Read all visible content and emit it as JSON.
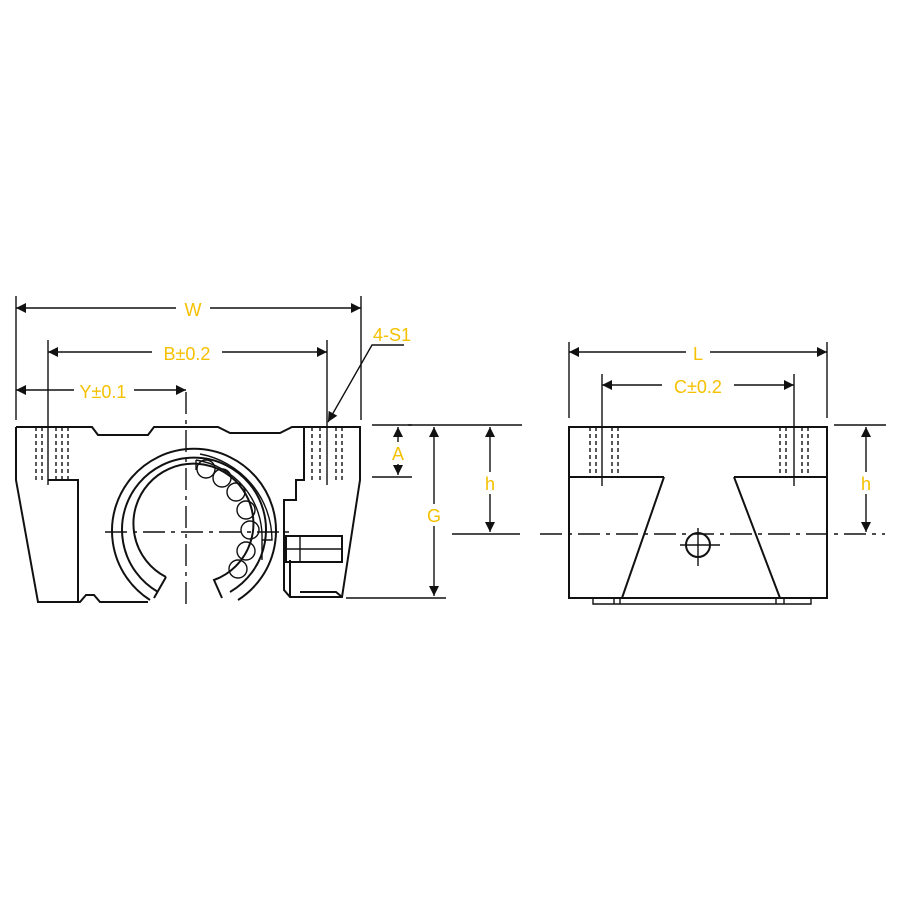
{
  "labels": {
    "W": "W",
    "B": "B±0.2",
    "Y": "Y±0.1",
    "S1": "4-S1",
    "A": "A",
    "h_front": "h",
    "G": "G",
    "L": "L",
    "C": "C±0.2",
    "h_side": "h"
  },
  "colors": {
    "label": "#f5c000",
    "line": "#111111",
    "background": "#ffffff"
  }
}
